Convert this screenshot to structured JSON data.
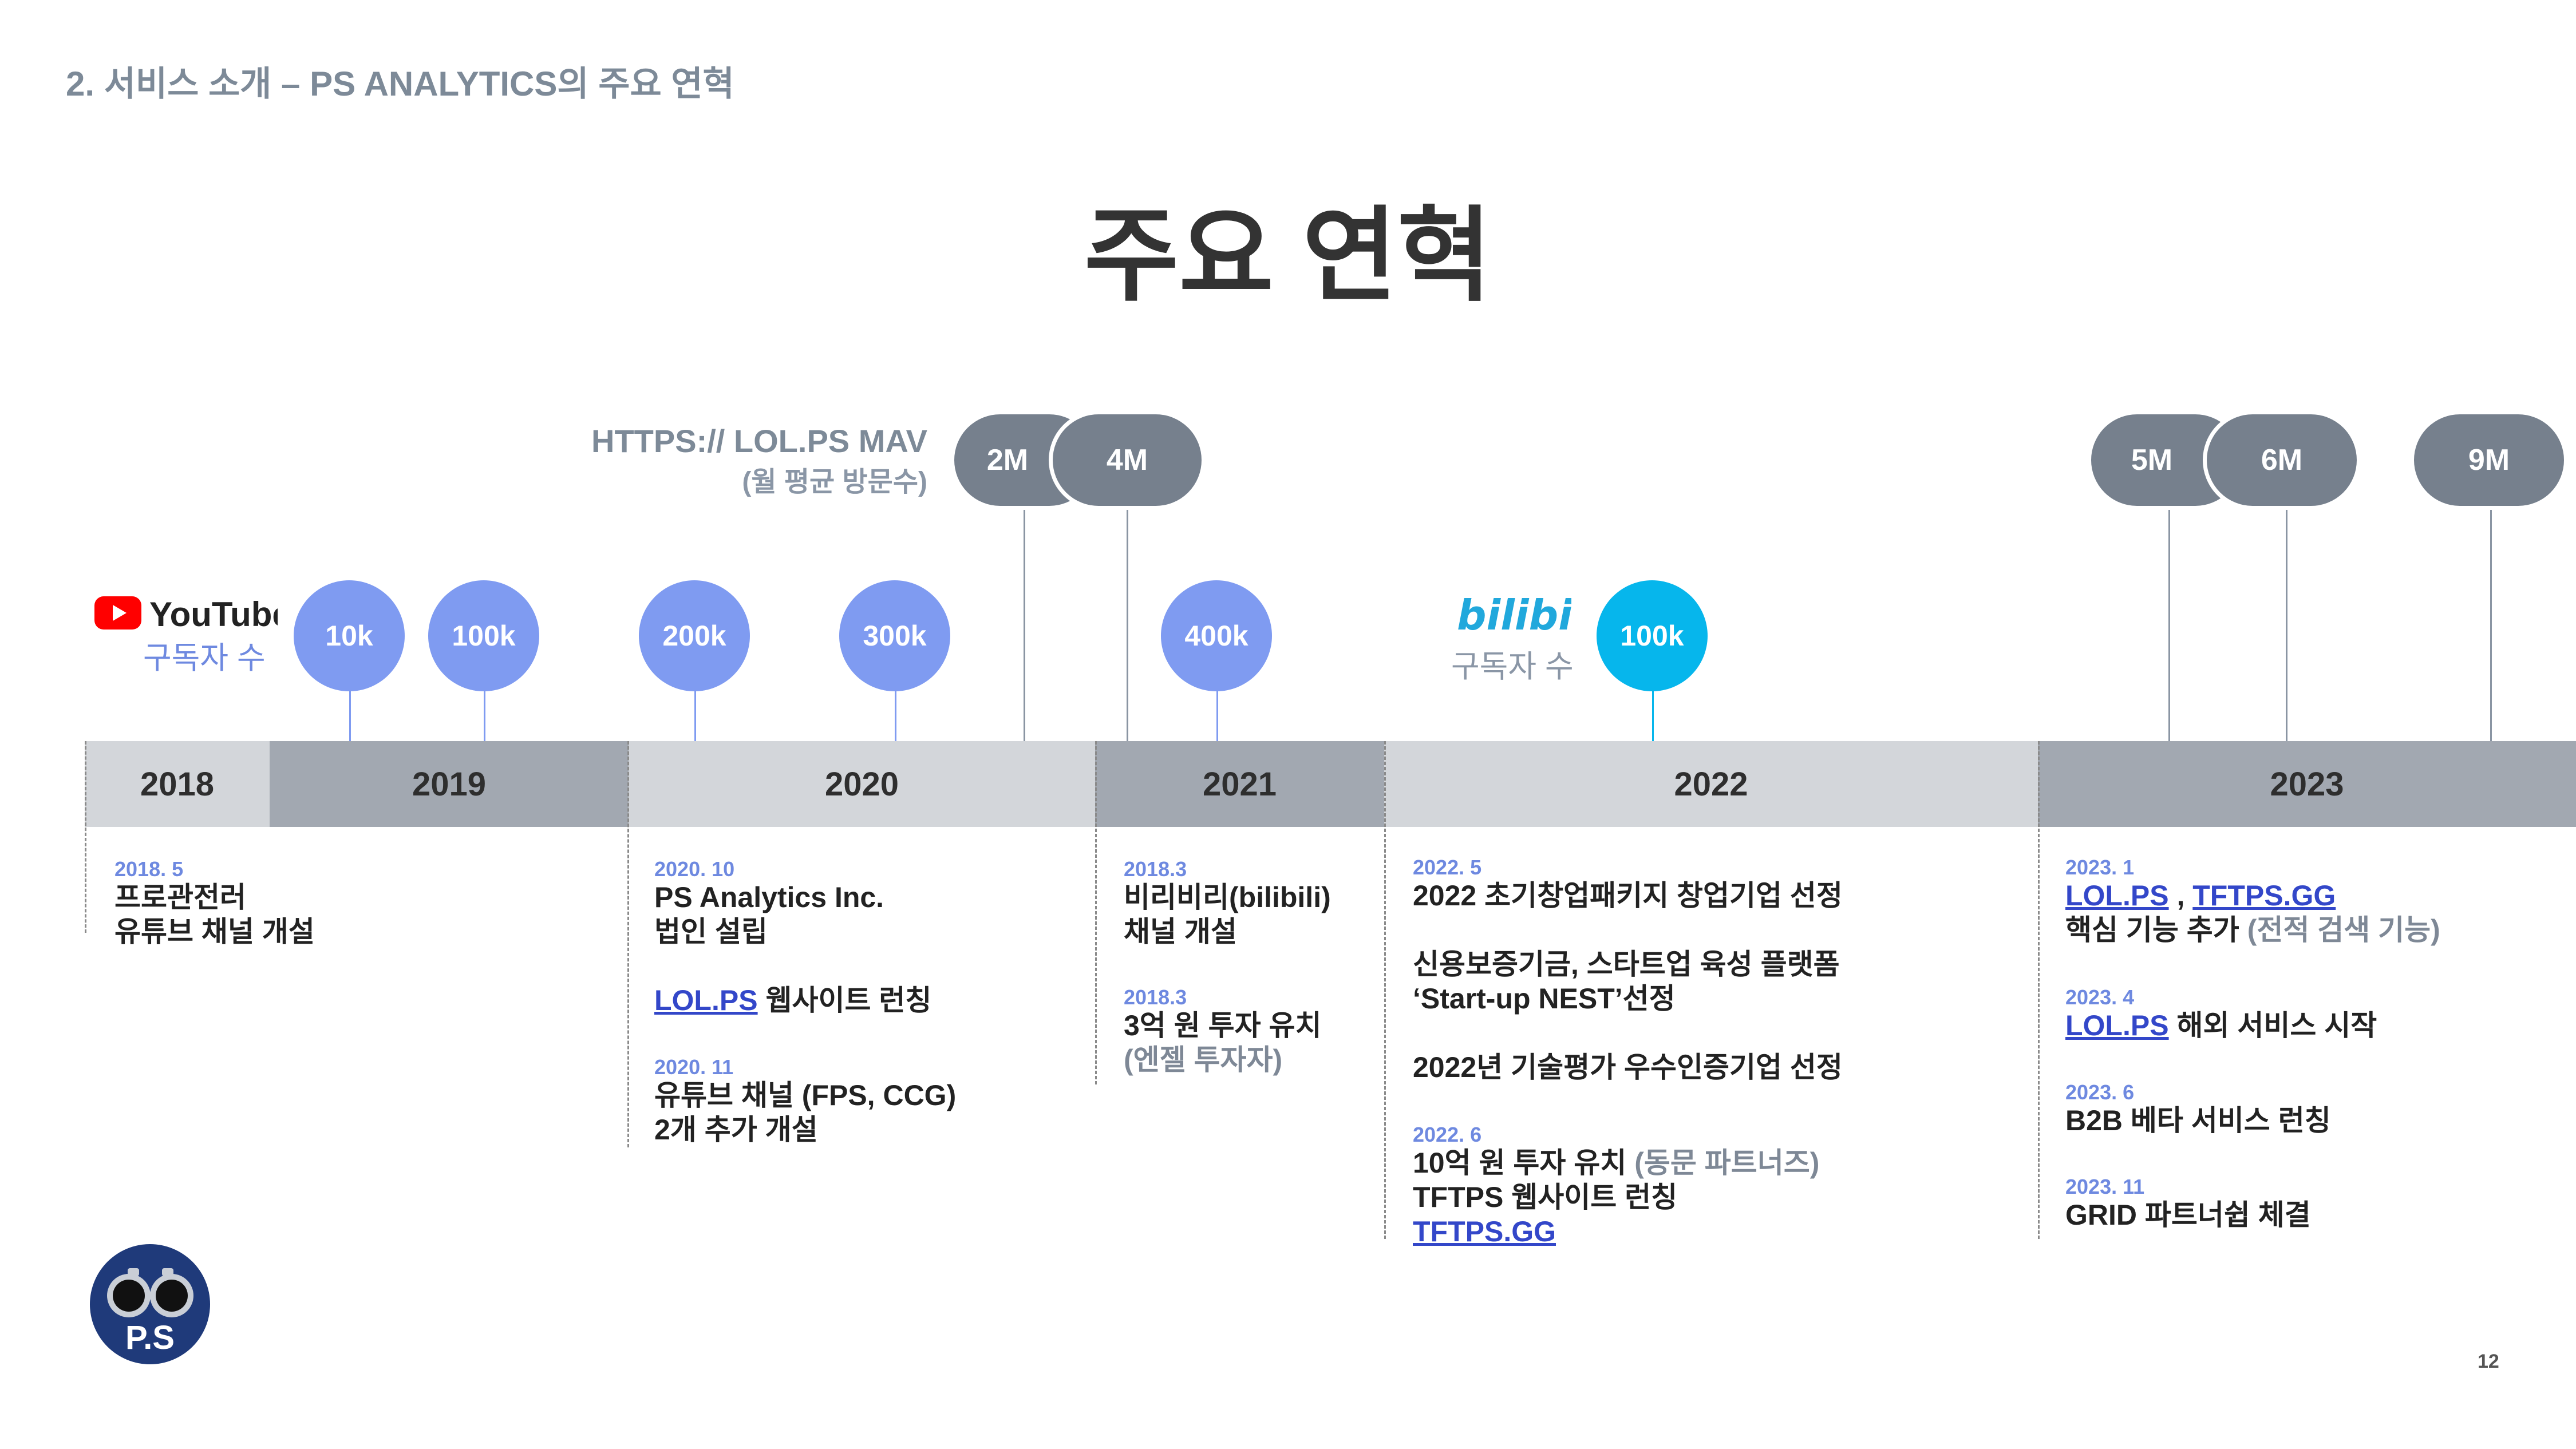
{
  "header": {
    "section_title": "2. 서비스 소개 – PS ANALYTICS의 주요 연혁",
    "main_title": "주요 연혁",
    "page_number": "12"
  },
  "youtube": {
    "logo_text": "YouTube",
    "label": "구독자 수"
  },
  "bilibili": {
    "logo_text": "bilibili",
    "label": "구독자 수"
  },
  "mav": {
    "title": "HTTPS:// LOL.PS  MAV",
    "subtitle": "(월 평균 방문수)"
  },
  "subscriber_markers": [
    "10k",
    "100k",
    "200k",
    "300k",
    "400k",
    "100k"
  ],
  "mav_markers": [
    "2M",
    "4M",
    "5M",
    "6M",
    "9M"
  ],
  "years": [
    "2018",
    "2019",
    "2020",
    "2021",
    "2022",
    "2023"
  ],
  "events": {
    "e2018": {
      "date": "2018. 5",
      "line1": "프로관전러",
      "line2": "유튜브 채널 개설"
    },
    "e2020a": {
      "date": "2020. 10",
      "line1": "PS Analytics Inc.",
      "line2": "법인 설립",
      "link": "LOL.PS",
      "line3": " 웹사이트 런칭"
    },
    "e2020b": {
      "date": "2020. 11",
      "line1": "유튜브 채널 (FPS, CCG)",
      "line2": "2개 추가 개설"
    },
    "e2021a": {
      "date": "2018.3",
      "line1": "비리비리(bilibili)",
      "line2": "채널 개설"
    },
    "e2021b": {
      "date": "2018.3",
      "line1": "3억 원 투자 유치",
      "line2": "(엔젤 투자자)"
    },
    "e2022a": {
      "date": "2022. 5",
      "line1": "2022 초기창업패키지 창업기업 선정",
      "line2": "신용보증기금, 스타트업 육성 플랫폼",
      "line3": "‘Start-up NEST’선정",
      "line4": "2022년 기술평가 우수인증기업 선정"
    },
    "e2022b": {
      "date": "2022. 6",
      "line1a": "10억 원 투자 유치 ",
      "line1b": "(동문 파트너즈)",
      "line2": "TFTPS 웹사이트 런칭",
      "link": "TFTPS.GG"
    },
    "e2023a": {
      "date": "2023. 1",
      "link1": "LOL.PS",
      "sep": " , ",
      "link2": "TFTPS.GG",
      "line2a": "핵심 기능 추가 ",
      "line2b": "(전적 검색 기능)"
    },
    "e2023b": {
      "date": "2023. 4",
      "link": "LOL.PS",
      "line1": " 해외 서비스 시작"
    },
    "e2023c": {
      "date": "2023. 6",
      "line1": "B2B 베타 서비스 런칭"
    },
    "e2023d": {
      "date": "2023. 11",
      "line1": "GRID 파트너쉽 체결"
    }
  },
  "logo": {
    "text": "P.S"
  },
  "colors": {
    "subscriber_marker": "#7f9bf1",
    "bilibili_marker": "#06b6ec",
    "mav_marker": "#76808d",
    "year_light": "#d3d6da",
    "year_dark": "#a2a8b1",
    "link": "#3347c9",
    "date": "#6e89e0"
  }
}
